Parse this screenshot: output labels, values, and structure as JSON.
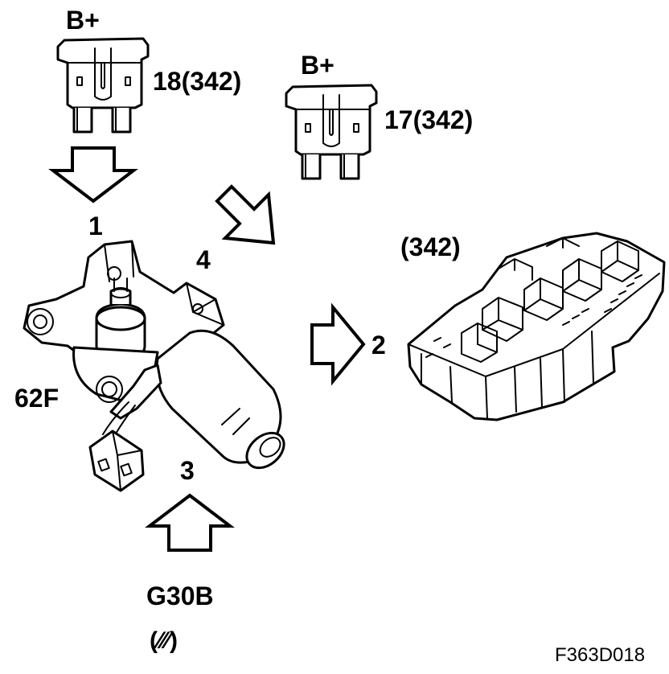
{
  "fuses": [
    {
      "supply": "B+",
      "label": "18(342)"
    },
    {
      "supply": "B+",
      "label": "17(342)"
    }
  ],
  "connections": {
    "c1": "1",
    "c2": "2",
    "c3": "3",
    "c4": "4"
  },
  "components": {
    "relay_box": "(342)",
    "motor": "62F",
    "ground": "G30B",
    "ground_symbol": "(∕∕∕)"
  },
  "figure_id": "F363D018"
}
